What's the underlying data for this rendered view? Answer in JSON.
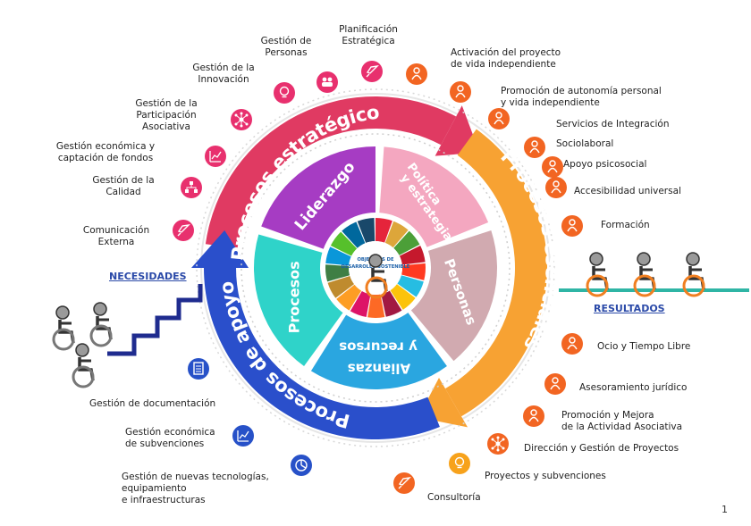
{
  "center": {
    "label": "OBJETIVOS DE DESARROLLO SOSTENIBLE"
  },
  "rings": {
    "strategic": "Procesos estratégicos",
    "essential": "Procesos esenciales",
    "support": "Procesos de apoyo"
  },
  "segments": {
    "liderazgo": "Liderazgo",
    "politica_1": "Política",
    "politica_2": "y estrategia",
    "personas": "Personas",
    "alianzas_1": "Alianzas",
    "alianzas_2": "y recursos",
    "procesos": "Procesos"
  },
  "sides": {
    "necesidades": "NECESIDADES",
    "resultados": "RESULTADOS"
  },
  "strategic_items": [
    {
      "id": "planificacion",
      "lines": [
        "Planificación",
        "Estratégica"
      ],
      "color": "#e8306e",
      "icon": "rocket-icon"
    },
    {
      "id": "personas",
      "lines": [
        "Gestión de",
        "Personas"
      ],
      "color": "#e8306e",
      "icon": "people-icon"
    },
    {
      "id": "innovacion",
      "lines": [
        "Gestión de la",
        "Innovación"
      ],
      "color": "#e8306e",
      "icon": "lightbulb-icon"
    },
    {
      "id": "participacion",
      "lines": [
        "Gestión de la",
        "Participación",
        "Asociativa"
      ],
      "color": "#e8306e",
      "icon": "network-icon"
    },
    {
      "id": "economica",
      "lines": [
        "Gestión económica y",
        "captación de fondos"
      ],
      "color": "#e8306e",
      "icon": "chart-icon"
    },
    {
      "id": "calidad",
      "lines": [
        "Gestión de la",
        "Calidad"
      ],
      "color": "#e8306e",
      "icon": "hierarchy-icon"
    },
    {
      "id": "comunicacion",
      "lines": [
        "Comunicación",
        "Externa"
      ],
      "color": "#e8306e",
      "icon": "rocket-icon"
    }
  ],
  "essential_items": [
    {
      "id": "activacion",
      "lines": [
        "Activación del proyecto",
        "de vida independiente"
      ],
      "color": "#f26522",
      "icon": "person-icon"
    },
    {
      "id": "promocion_aut",
      "lines": [
        "Promoción de autonomía personal",
        "y vida independiente"
      ],
      "color": "#f26522",
      "icon": "person-icon"
    },
    {
      "id": "integracion",
      "lines": [
        "Servicios de Integración"
      ],
      "color": "#f26522",
      "icon": "person-icon"
    },
    {
      "id": "sociolaboral",
      "lines": [
        "Sociolaboral"
      ],
      "color": "#f26522",
      "icon": "person-icon"
    },
    {
      "id": "psicosocial",
      "lines": [
        "Apoyo psicosocial"
      ],
      "color": "#f26522",
      "icon": "person-icon"
    },
    {
      "id": "accesibilidad",
      "lines": [
        "Accesibilidad universal"
      ],
      "color": "#f26522",
      "icon": "person-icon"
    },
    {
      "id": "formacion",
      "lines": [
        "Formación"
      ],
      "color": "#f26522",
      "icon": "person-icon"
    },
    {
      "id": "ocio",
      "lines": [
        "Ocio y Tiempo Libre"
      ],
      "color": "#f26522",
      "icon": "person-icon"
    },
    {
      "id": "asesoramiento",
      "lines": [
        "Asesoramiento jurídico"
      ],
      "color": "#f26522",
      "icon": "person-icon"
    },
    {
      "id": "promocion_act",
      "lines": [
        "Promoción y Mejora",
        "de la Actividad Asociativa"
      ],
      "color": "#f26522",
      "icon": "person-icon"
    },
    {
      "id": "direccion",
      "lines": [
        "Dirección y Gestión de Proyectos"
      ],
      "color": "#f26522",
      "icon": "network-icon"
    },
    {
      "id": "proyectos",
      "lines": [
        "Proyectos y subvenciones"
      ],
      "color": "#f7a21b",
      "icon": "lightbulb-icon"
    },
    {
      "id": "consultoria",
      "lines": [
        "Consultoría"
      ],
      "color": "#f26522",
      "icon": "rocket-icon"
    }
  ],
  "support_items": [
    {
      "id": "documentacion",
      "lines": [
        "Gestión de documentación"
      ],
      "color": "#2751c8",
      "icon": "document-icon"
    },
    {
      "id": "subvenciones",
      "lines": [
        "Gestión económica",
        "de subvenciones"
      ],
      "color": "#2751c8",
      "icon": "chart-icon"
    },
    {
      "id": "tecnologias",
      "lines": [
        "Gestión de nuevas tecnologías,",
        "equipamiento",
        "e infraestructuras"
      ],
      "color": "#2751c8",
      "icon": "pie-icon"
    }
  ],
  "page_number": "1",
  "colors": {
    "strategic": "#e03a62",
    "essential": "#f7a233",
    "support": "#2a4fcb",
    "liderazgo": "#a63cc3",
    "politica": "#f4a7c0",
    "personas": "#d1aab0",
    "alianzas": "#2aa6e0",
    "procesos": "#2fd3c9",
    "teal": "#2fb5a5"
  }
}
